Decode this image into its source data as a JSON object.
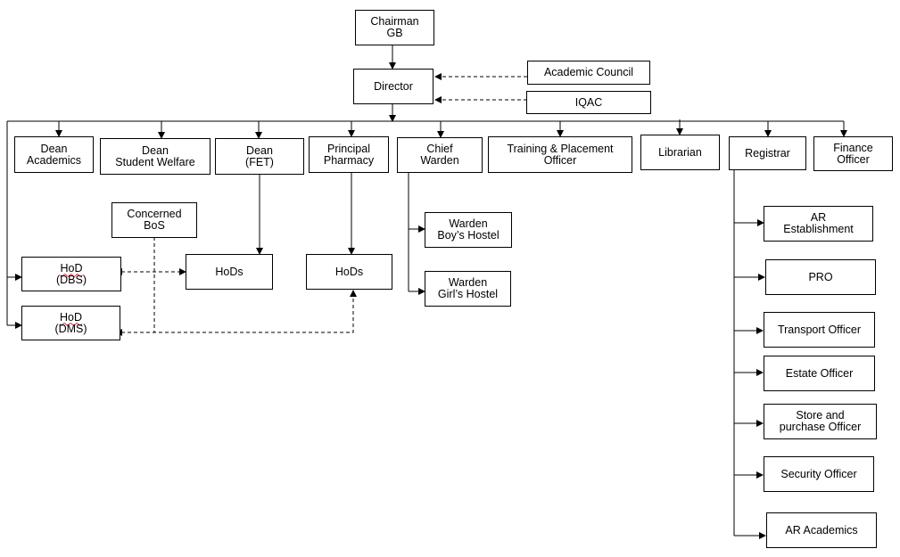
{
  "nodes": {
    "chairman": "Chairman\nGB",
    "director": "Director",
    "academic_council": "Academic Council",
    "iqac": "IQAC",
    "dean_academics": "Dean\nAcademics",
    "dean_student_welfare": "Dean\nStudent Welfare",
    "dean_fet": "Dean\n(FET)",
    "principal_pharmacy": "Principal\nPharmacy",
    "chief_warden": "Chief\nWarden",
    "training_placement": "Training & Placement\nOfficer",
    "librarian": "Librarian",
    "registrar": "Registrar",
    "finance_officer": "Finance\nOfficer",
    "concerned_bos": "Concerned\nBoS",
    "hod_dbs_title": "HoD",
    "hod_dbs_sub": "(DBS)",
    "hod_dms_title": "HoD",
    "hod_dms_sub": "(DMS)",
    "hods_fet": "HoDs",
    "hods_pharmacy": "HoDs",
    "warden_boys": "Warden\nBoy’s Hostel",
    "warden_girls": "Warden\nGirl’s Hostel",
    "ar_establishment": "AR\nEstablishment",
    "pro": "PRO",
    "transport_officer": "Transport Officer",
    "estate_officer": "Estate Officer",
    "store_purchase": "Store and\npurchase Officer",
    "security_officer": "Security Officer",
    "ar_academics": "AR Academics"
  }
}
